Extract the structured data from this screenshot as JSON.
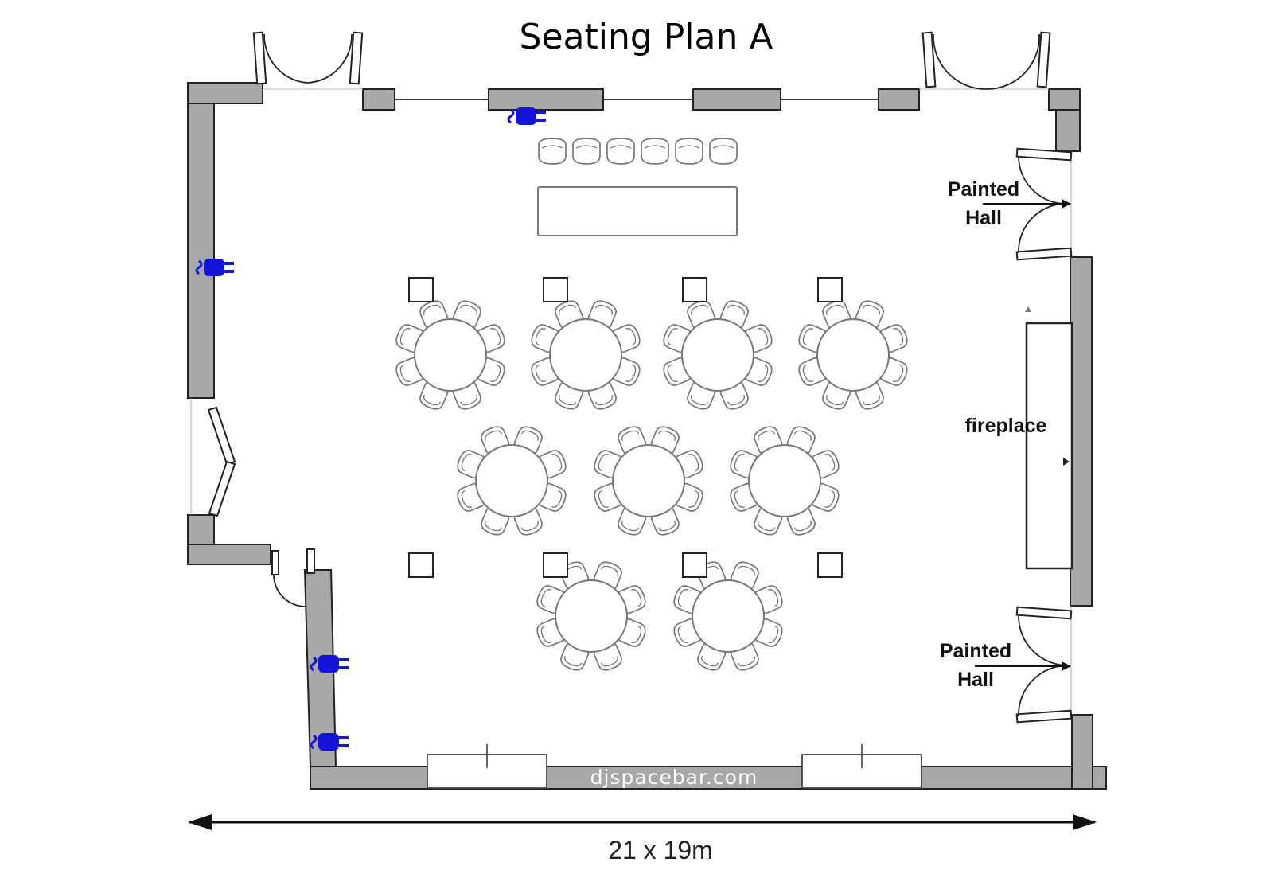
{
  "title": "Seating Plan A",
  "labels": {
    "painted_hall_top_line1": "Painted",
    "painted_hall_top_line2": "Hall",
    "painted_hall_bottom_line1": "Painted",
    "painted_hall_bottom_line2": "Hall",
    "fireplace": "fireplace"
  },
  "dimension": "21 x 19m",
  "watermark": "djspacebar.com",
  "round_tables": {
    "count": 9,
    "chairs_per_table": 8
  },
  "head_table": {
    "chairs": 6
  },
  "power_outlets": {
    "count": 4
  },
  "small_tables": {
    "count": 8
  },
  "colors": {
    "wall": "#a8a8a8",
    "outlet": "#1414d8",
    "furniture_outline": "#777777"
  }
}
